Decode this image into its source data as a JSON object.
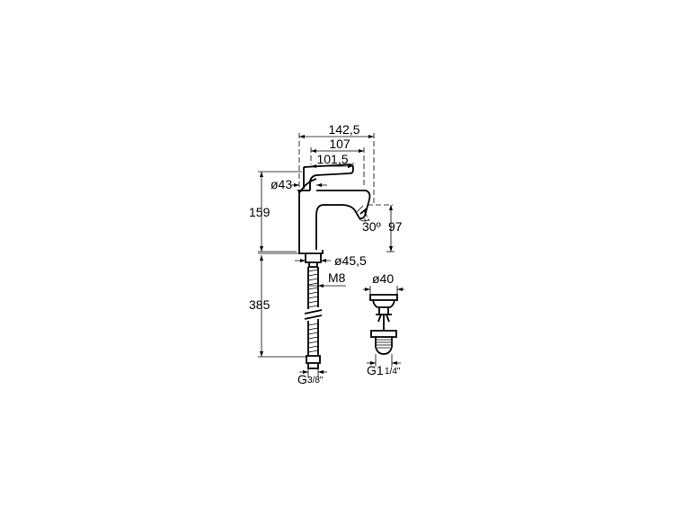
{
  "dimensions": {
    "width_total": "142,5",
    "width_107": "107",
    "width_spout": "101,5",
    "diameter_43": "ø43",
    "height_159": "159",
    "angle": "30º",
    "height_97": "97",
    "diameter_base": "ø45,5",
    "thread_m8": "M8",
    "length_385": "385",
    "connection_g": "G",
    "connection_frac": "3/8\"",
    "waste_diameter": "ø40",
    "waste_g": "G1",
    "waste_frac": "1/4\""
  }
}
